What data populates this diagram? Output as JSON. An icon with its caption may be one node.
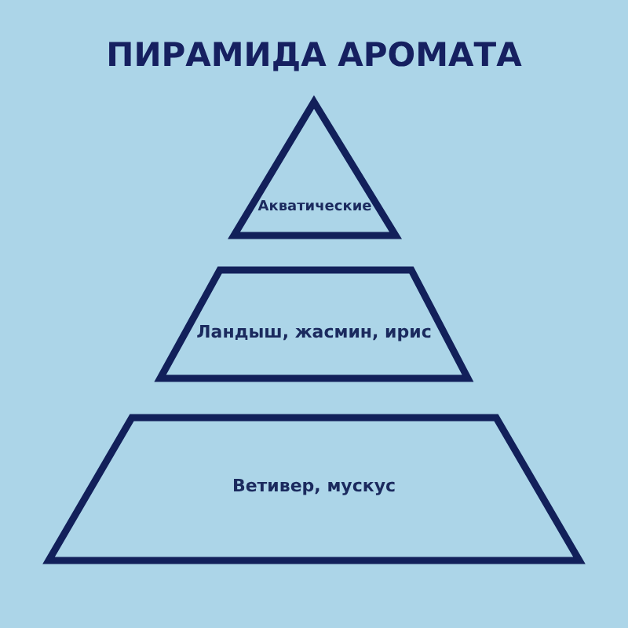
{
  "diagram": {
    "title": "ПИРАМИДА АРОМАТА",
    "nodes": [
      {
        "text": [
          "Акватические"
        ]
      },
      {
        "text": [
          "Ландыш, жасмин, ирис"
        ]
      },
      {
        "text": [
          "Ветивер, мускус"
        ]
      }
    ]
  }
}
